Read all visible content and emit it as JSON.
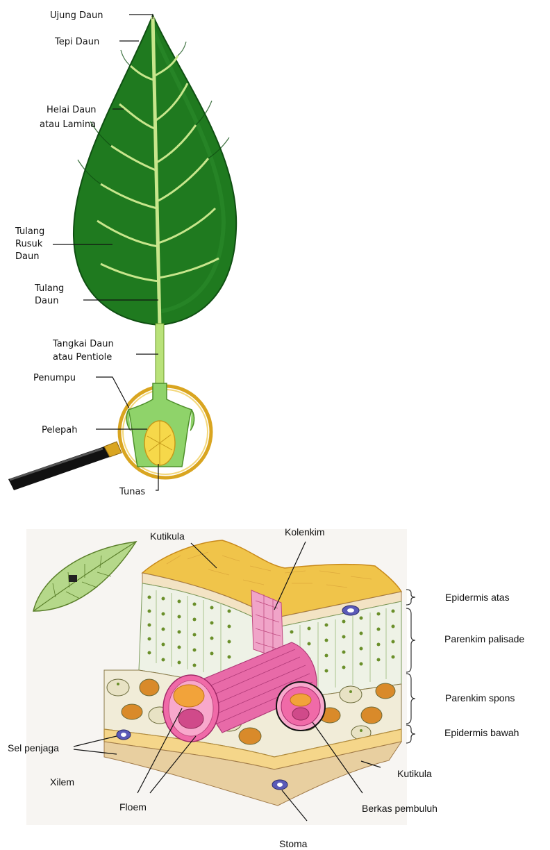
{
  "leaf_diagram": {
    "labels": {
      "ujung_daun": "Ujung Daun",
      "tepi_daun": "Tepi Daun",
      "helai_daun_1": "Helai Daun",
      "helai_daun_2": "atau Lamina",
      "tulang_rusuk_1": "Tulang",
      "tulang_rusuk_2": "Rusuk",
      "tulang_rusuk_3": "Daun",
      "tulang_daun_1": "Tulang",
      "tulang_daun_2": "Daun",
      "tangkai_1": "Tangkai Daun",
      "tangkai_2": "atau Pentiole",
      "penumpu": "Penumpu",
      "pelepah": "Pelepah",
      "tunas": "Tunas"
    }
  },
  "cross_section": {
    "labels": {
      "kutikula_top": "Kutikula",
      "kolenkim": "Kolenkim",
      "epidermis_atas": "Epidermis atas",
      "parenkim_palisade": "Parenkim palisade",
      "parenkim_spons": "Parenkim spons",
      "epidermis_bawah": "Epidermis bawah",
      "sel_penjaga": "Sel penjaga",
      "xilem": "Xilem",
      "kutikula_bottom": "Kutikula",
      "floem": "Floem",
      "berkas_pembuluh": "Berkas pembuluh",
      "stoma": "Stoma"
    }
  },
  "colors": {
    "leaf_green": "#1f7a1f",
    "vein": "#c8e68c",
    "lens_rim": "#d9a520",
    "cuticle": "#f0c44a",
    "palisade_dot": "#6a8f2a",
    "xylem": "#d04a8a",
    "phloem": "#f2a33a"
  }
}
